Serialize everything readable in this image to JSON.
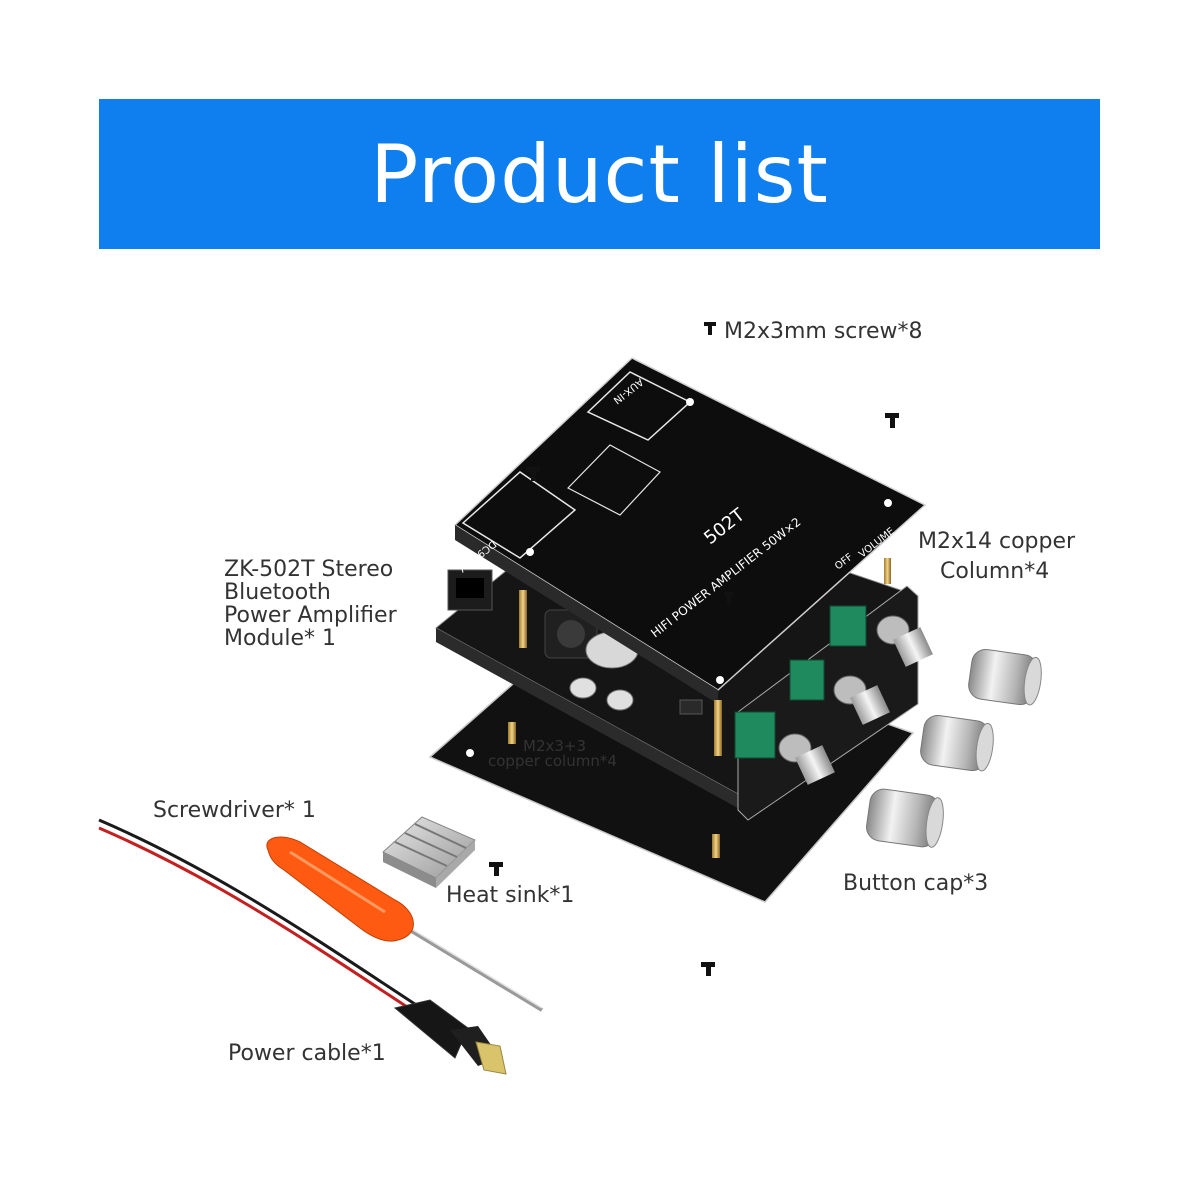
{
  "header": {
    "title": "Product list"
  },
  "board_print": {
    "model": "502T",
    "line": "HIFI  POWER  AMPLIFIER  50W×2",
    "volume": "VOLUME",
    "off": "OFF",
    "dc": "DC9-24V",
    "aux": "AUX-IN"
  },
  "labels": {
    "screw": "M2x3mm screw*8",
    "module": [
      "ZK-502T Stereo",
      "Bluetooth",
      "Power Amplifier",
      "Module* 1"
    ],
    "copper14": [
      "M2x14 copper",
      "Column*4"
    ],
    "copper3": [
      "M2x3+3",
      "copper column*4"
    ],
    "screwdriver": "Screwdriver* 1",
    "heatsink": "Heat sink*1",
    "button_cap": "Button cap*3",
    "power_cable": "Power cable*1"
  }
}
